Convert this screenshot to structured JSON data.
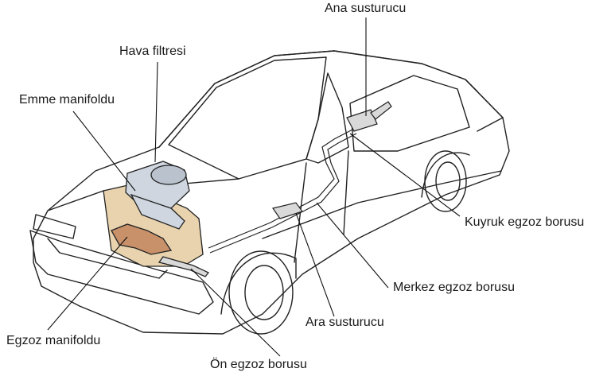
{
  "labels": {
    "ana_susturucu": "Ana susturucu",
    "hava_filtresi": "Hava filtresi",
    "emme_manifoldu": "Emme manifoldu",
    "kuyruk_egzoz_borusu": "Kuyruk egzoz borusu",
    "merkez_egzoz_borusu": "Merkez egzoz borusu",
    "ara_susturucu": "Ara susturucu",
    "egzoz_manifoldu": "Egzoz manifoldu",
    "on_egzoz_borusu": "Ön egzoz borusu"
  },
  "colors": {
    "outline": "#222222",
    "engine_fill": "#cfd6df",
    "block_fill": "#e8d3ae",
    "manifold_fill": "#c8916a",
    "pipe_fill": "#d9d9d9",
    "leader": "#111111"
  }
}
